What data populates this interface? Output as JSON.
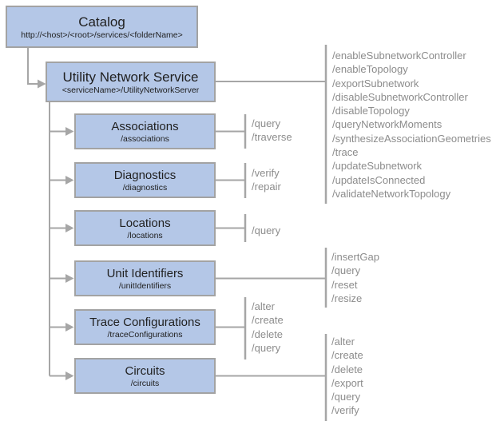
{
  "diagram": {
    "root": {
      "title": "Catalog",
      "subtitle": "http://<host>/<root>/services/<folderName>"
    },
    "service": {
      "title": "Utility Network Service",
      "subtitle": "<serviceName>/UtilityNetworkServer",
      "operations": [
        "/enableSubnetworkController",
        "/enableTopology",
        "/exportSubnetwork",
        "/disableSubnetworkController",
        "/disableTopology",
        "/queryNetworkMoments",
        "/synthesizeAssociationGeometries",
        "/trace",
        "/updateSubnetwork",
        "/updateIsConnected",
        "/validateNetworkTopology"
      ]
    },
    "resources": [
      {
        "title": "Associations",
        "subtitle": "/associations",
        "operations": [
          "/query",
          "/traverse"
        ]
      },
      {
        "title": "Diagnostics",
        "subtitle": "/diagnostics",
        "operations": [
          "/verify",
          "/repair"
        ]
      },
      {
        "title": "Locations",
        "subtitle": "/locations",
        "operations": [
          "/query"
        ]
      },
      {
        "title": "Unit Identifiers",
        "subtitle": "/unitIdentifiers",
        "operations": [
          "/insertGap",
          "/query",
          "/reset",
          "/resize"
        ]
      },
      {
        "title": "Trace Configurations",
        "subtitle": "/traceConfigurations",
        "operations": [
          "/alter",
          "/create",
          "/delete",
          "/query"
        ]
      },
      {
        "title": "Circuits",
        "subtitle": "/circuits",
        "operations": [
          "/alter",
          "/create",
          "/delete",
          "/export",
          "/query",
          "/verify"
        ]
      }
    ],
    "colors": {
      "box_fill": "#b4c7e7",
      "box_border": "#a3a3a3",
      "connector": "#a6a6a6",
      "operation_text": "#8c8c8c",
      "title_text": "#212121"
    }
  }
}
